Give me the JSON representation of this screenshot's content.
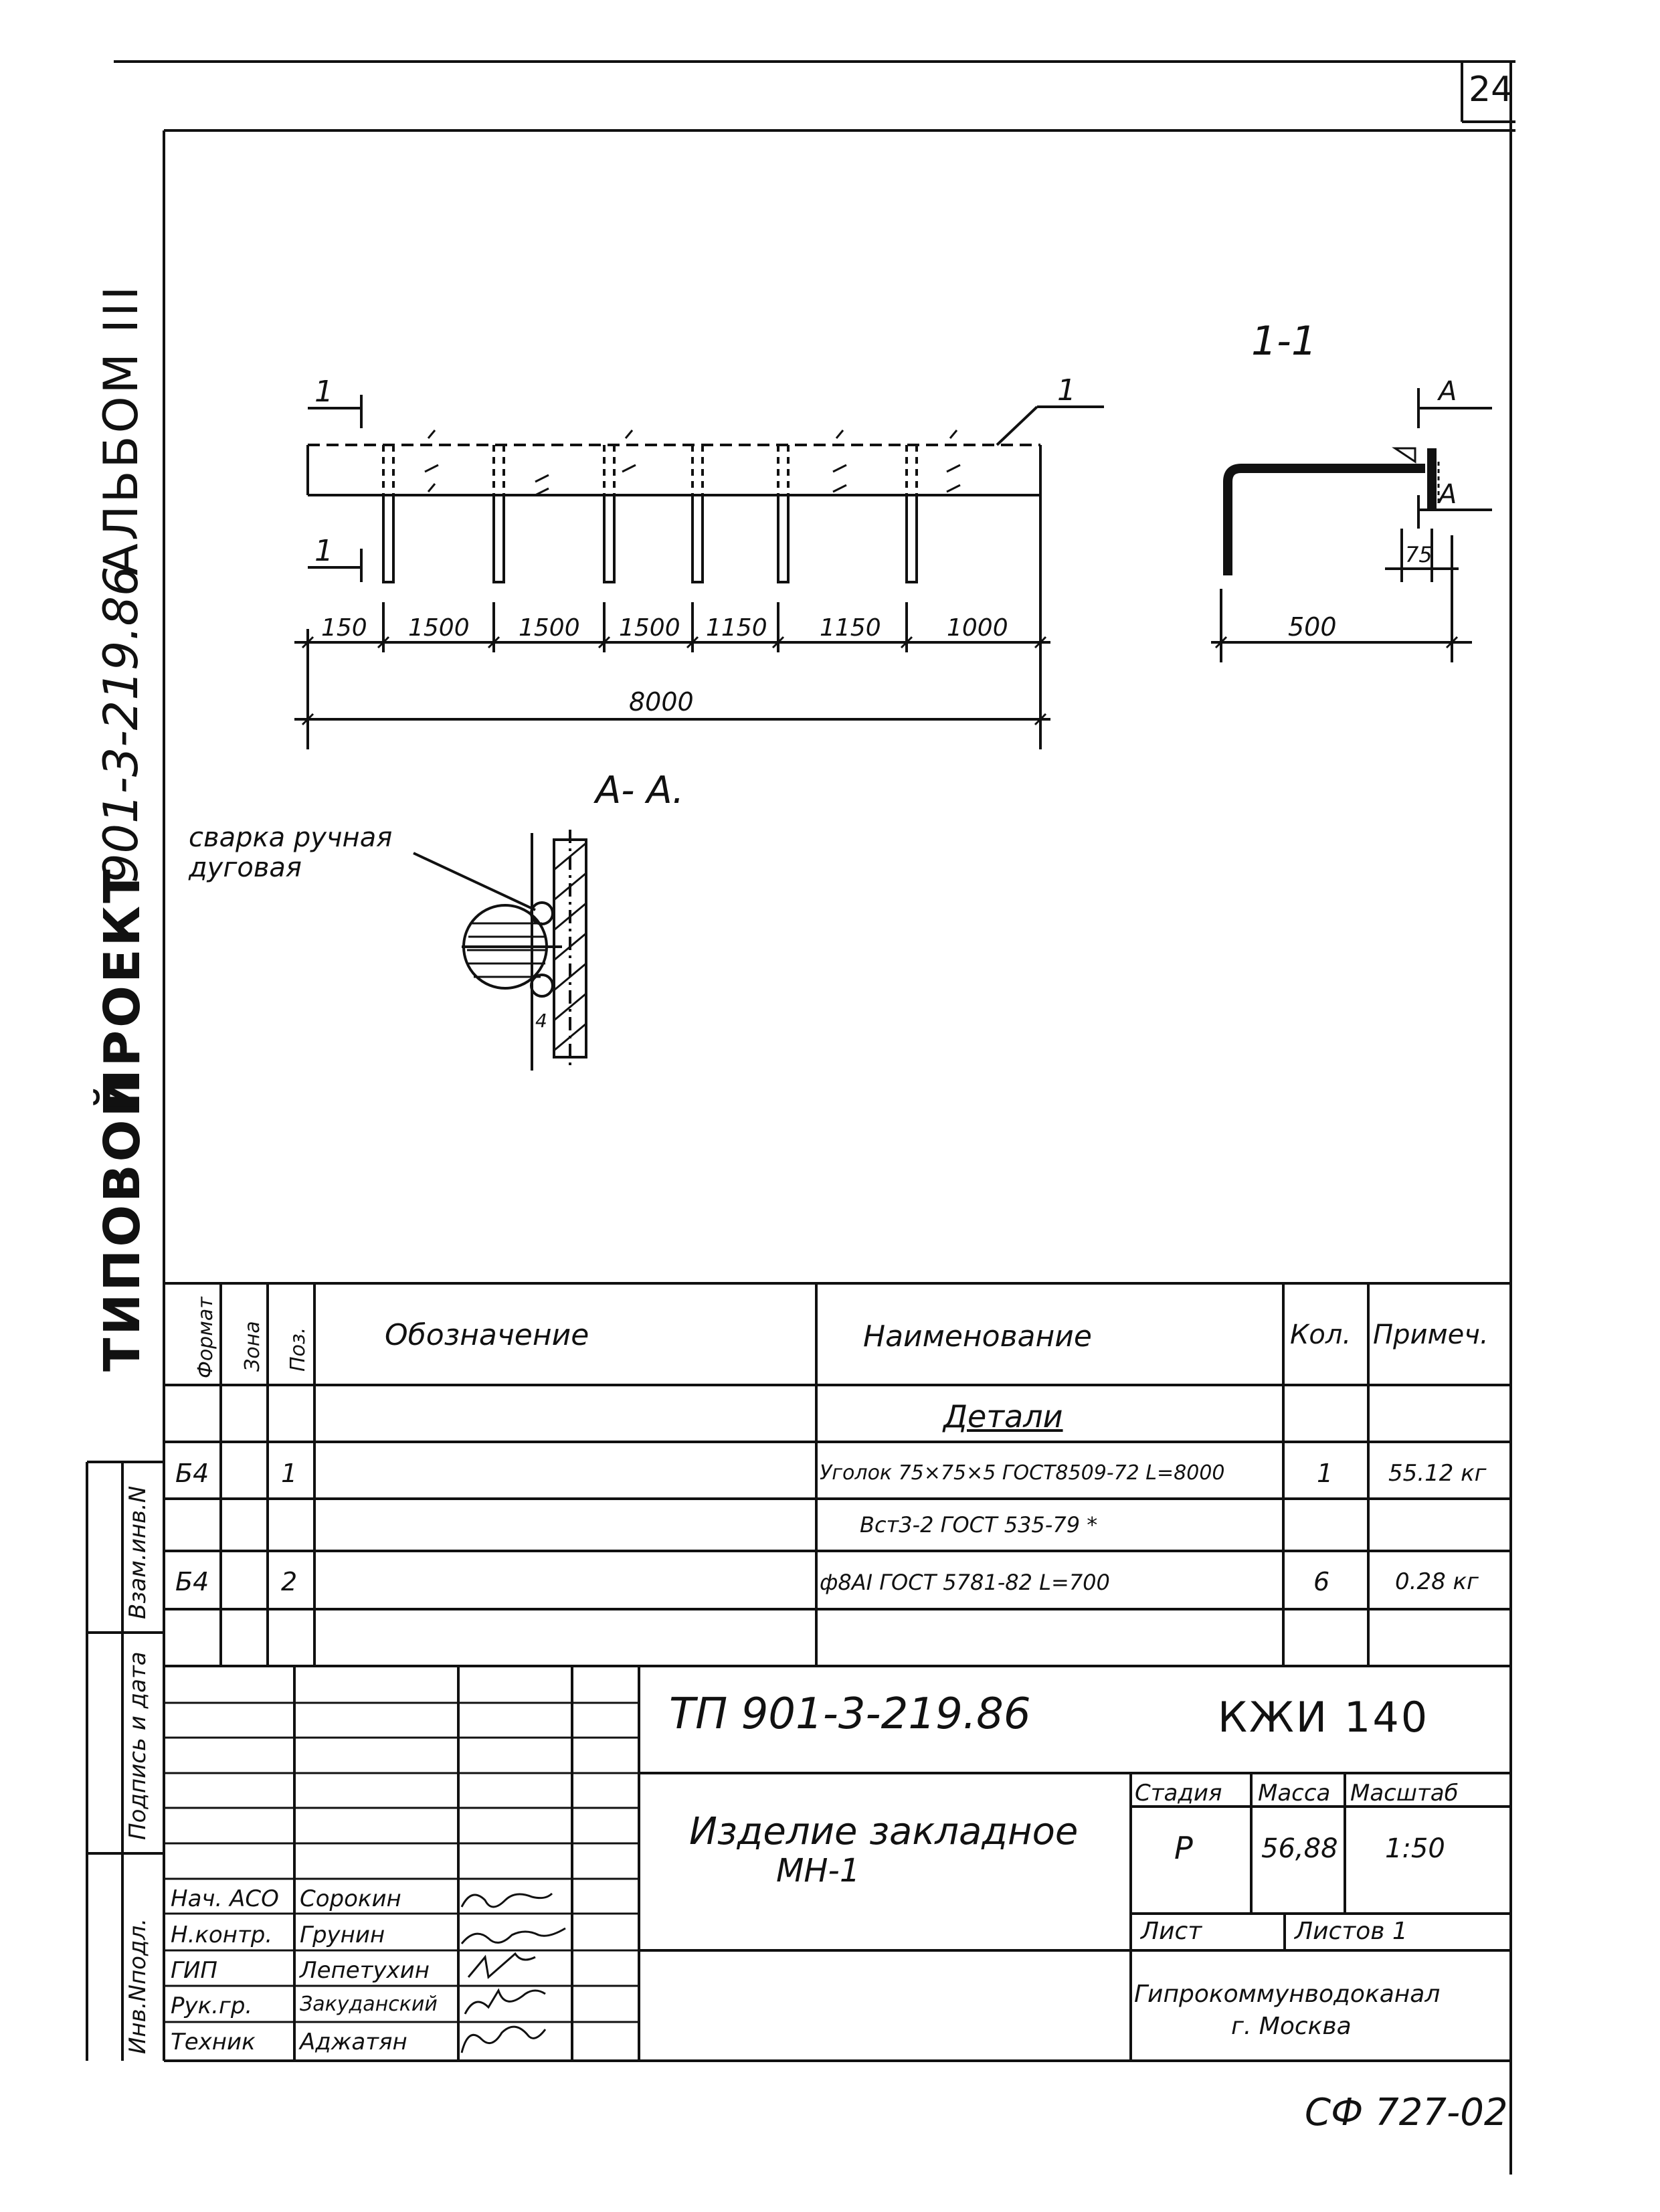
{
  "sheet_number": "24",
  "side_title": {
    "typovoi": "ТИПОВОЙ",
    "proekt": "ПРОЕКТ",
    "project_no": "901-3-219.86",
    "album": "АЛЬБОМ III"
  },
  "side_stamp": {
    "vzam": "Взам.инв.N",
    "podpis": "Подпись и дата",
    "inv": "Инв.Nподл."
  },
  "drawing": {
    "label_1": "1",
    "section_11": "1-1",
    "label_A": "А",
    "dims": [
      "150",
      "1500",
      "1500",
      "1500",
      "1150",
      "1150",
      "1000"
    ],
    "total": "8000",
    "sec_500": "500",
    "sec_75": "75",
    "view_AA": "А- А.",
    "weld_line1": "сварка ручная",
    "weld_line2": "дуговая",
    "weld_4": "4"
  },
  "spec": {
    "headers": {
      "format": "Формат",
      "zone": "Зона",
      "pos": "Поз.",
      "designation": "Обозначение",
      "name": "Наименование",
      "qty": "Кол.",
      "note": "Примеч."
    },
    "section": "Детали",
    "rows": [
      {
        "format": "Б4",
        "pos": "1",
        "name": "Уголок 75×75×5 ГОСТ8509-72 L=8000",
        "qty": "1",
        "note": "55.12 кг"
      },
      {
        "format": "",
        "pos": "",
        "name": "Вст3-2 ГОСТ 535-79 *",
        "qty": "",
        "note": ""
      },
      {
        "format": "Б4",
        "pos": "2",
        "name": "ф8АI ГОСТ 5781-82   L=700",
        "qty": "6",
        "note": "0.28 кг"
      }
    ]
  },
  "title_block": {
    "doc_code": "ТП 901-3-219.86",
    "sheet_code": "КЖИ 140",
    "item_name_1": "Изделие закладное",
    "item_name_2": "МН-1",
    "stage_label": "Стадия",
    "mass_label": "Масса",
    "scale_label": "Масштаб",
    "stage": "Р",
    "mass": "56,88",
    "scale": "1:50",
    "sheet_label": "Лист",
    "sheets_label": "Листов 1",
    "org_1": "Гипрокоммунводоканал",
    "org_2": "г. Москва",
    "people": [
      {
        "role": "Нач. АСО",
        "name": "Сорокин"
      },
      {
        "role": "Н.контр.",
        "name": "Грунин"
      },
      {
        "role": "ГИП",
        "name": "Лепетухин"
      },
      {
        "role": "Рук.гр.",
        "name": "Закуданский"
      },
      {
        "role": "Техник",
        "name": "Аджатян"
      }
    ]
  },
  "footer_code": "СФ 727-02"
}
